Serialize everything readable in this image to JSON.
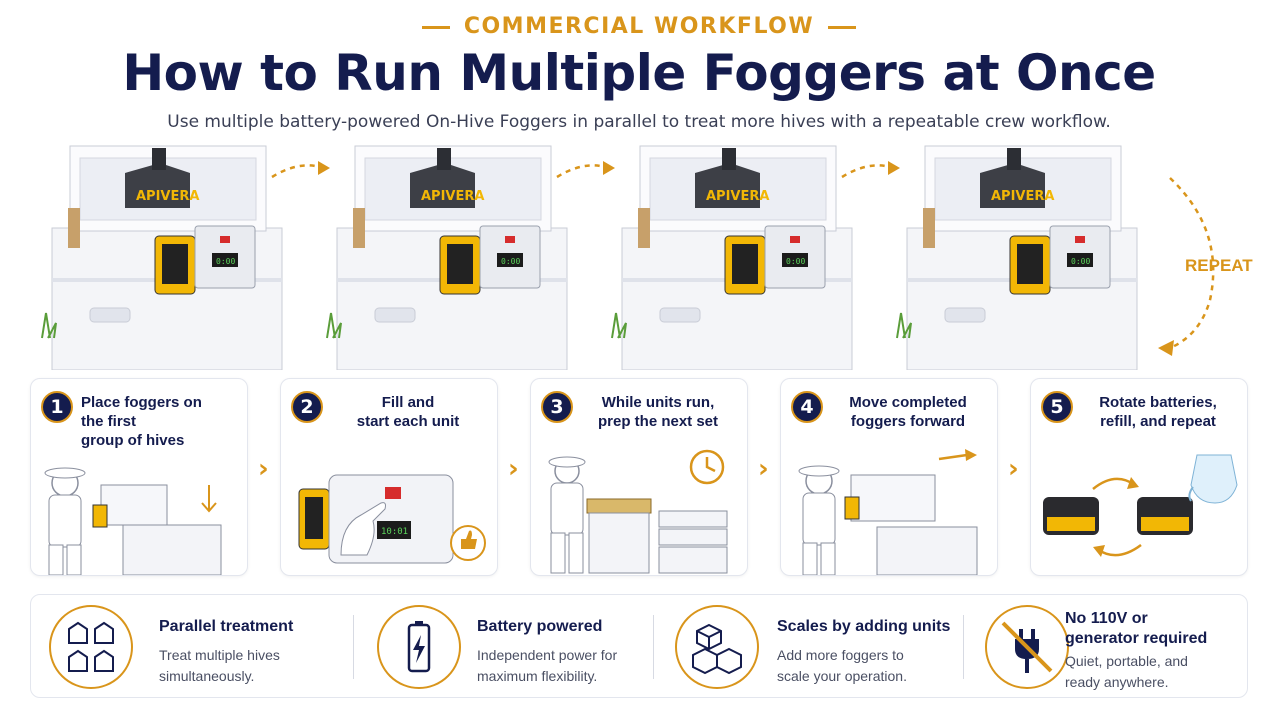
{
  "header": {
    "eyebrow": "COMMERCIAL WORKFLOW",
    "title": "How to Run Multiple Foggers at Once",
    "subtitle": "Use multiple battery-powered On-Hive Foggers in parallel to treat more hives with a repeatable crew workflow."
  },
  "brand": {
    "logo_text": "APIVERA",
    "accent": "#d9951b",
    "navy": "#141c4e",
    "battery_yellow": "#f2b705"
  },
  "hive_row": {
    "count": 4,
    "repeat_label": "REPEAT",
    "display_readout": "0:00"
  },
  "steps": [
    {
      "number": "1",
      "label_lines": [
        "Place foggers on",
        "the first",
        "group of hives"
      ],
      "icon": "beekeeper-placing-fogger"
    },
    {
      "number": "2",
      "label_lines": [
        "Fill and",
        "start each unit"
      ],
      "icon": "hand-pressing-start",
      "timer_text": "10:01"
    },
    {
      "number": "3",
      "label_lines": [
        "While units run,",
        "prep the next set"
      ],
      "icon": "clock-icon"
    },
    {
      "number": "4",
      "label_lines": [
        "Move completed",
        "foggers forward"
      ],
      "icon": "beekeeper-moving-fogger"
    },
    {
      "number": "5",
      "label_lines": [
        "Rotate batteries,",
        "refill, and repeat"
      ],
      "icon": "battery-rotate"
    }
  ],
  "benefits": [
    {
      "title_lines": [
        "Parallel treatment"
      ],
      "desc_lines": [
        "Treat multiple hives",
        "simultaneously."
      ],
      "icon": "hives-grid-icon"
    },
    {
      "title_lines": [
        "Battery powered"
      ],
      "desc_lines": [
        "Independent power for",
        "maximum flexibility."
      ],
      "icon": "battery-bolt-icon"
    },
    {
      "title_lines": [
        "Scales by adding units"
      ],
      "desc_lines": [
        "Add more foggers to",
        "scale your operation."
      ],
      "icon": "cubes-icon"
    },
    {
      "title_lines": [
        "No 110V or",
        "generator required"
      ],
      "desc_lines": [
        "Quiet, portable, and",
        "ready anywhere."
      ],
      "icon": "no-plug-icon"
    }
  ]
}
